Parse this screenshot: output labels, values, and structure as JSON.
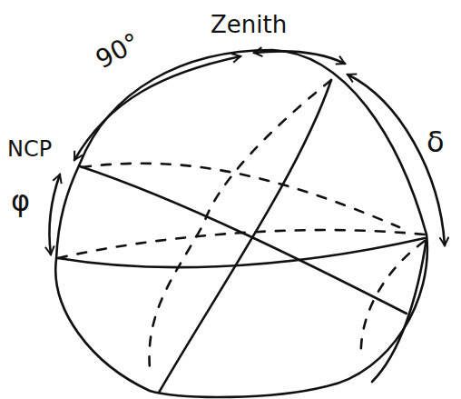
{
  "diagram": {
    "labels": [
      "Zenith",
      "90°",
      "NCP",
      "φ",
      "δ"
    ]
  }
}
